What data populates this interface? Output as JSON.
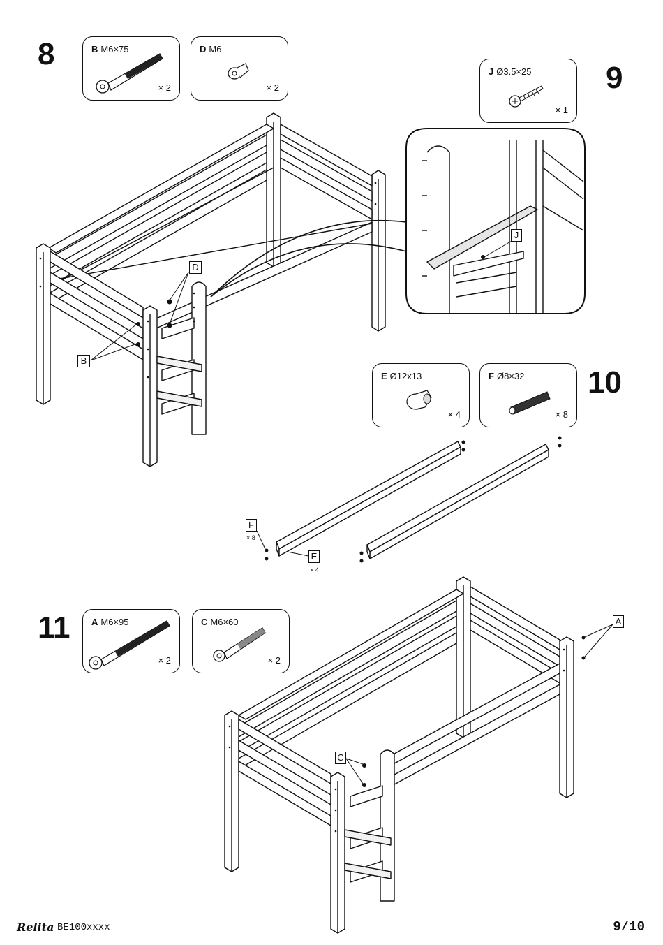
{
  "steps": {
    "s8": "8",
    "s9": "9",
    "s10": "10",
    "s11": "11"
  },
  "parts": {
    "B": {
      "letter": "B",
      "spec": "M6×75",
      "qty": "× 2"
    },
    "D": {
      "letter": "D",
      "spec": "M6",
      "qty": "× 2"
    },
    "J": {
      "letter": "J",
      "spec": "Ø3.5×25",
      "qty": "× 1"
    },
    "E": {
      "letter": "E",
      "spec": "Ø12x13",
      "qty": "× 4"
    },
    "F": {
      "letter": "F",
      "spec": "Ø8×32",
      "qty": "× 8"
    },
    "A": {
      "letter": "A",
      "spec": "M6×95",
      "qty": "× 2"
    },
    "C": {
      "letter": "C",
      "spec": "M6×60",
      "qty": "× 2"
    }
  },
  "callouts": {
    "D": "D",
    "B": "B",
    "J": "J",
    "F": "F",
    "F_qty": "× 8",
    "E": "E",
    "E_qty": "× 4",
    "A": "A",
    "C": "C"
  },
  "footer": {
    "brand": "Relita",
    "code": "BE100xxxx",
    "page": "9/10"
  }
}
